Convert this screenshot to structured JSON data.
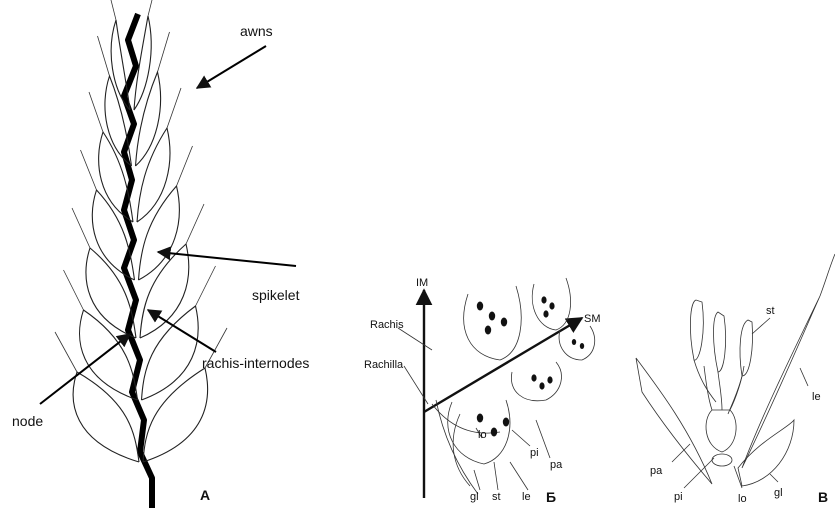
{
  "panels": {
    "a": {
      "letter": "A",
      "labels": {
        "awns": "awns",
        "spikelet": "spikelet",
        "rachis_internodes": "rachis-internodes",
        "node": "node"
      }
    },
    "b": {
      "letter": "Б",
      "labels": {
        "im": "IM",
        "sm": "SM",
        "rachis": "Rachis",
        "rachilla": "Rachilla",
        "lo": "lo",
        "pi": "pi",
        "pa": "pa",
        "gl": "gl",
        "st": "st",
        "le": "le"
      }
    },
    "c": {
      "letter": "В",
      "labels": {
        "st": "st",
        "le": "le",
        "pa": "pa",
        "pi": "pi",
        "lo": "lo",
        "gl": "gl"
      }
    }
  }
}
